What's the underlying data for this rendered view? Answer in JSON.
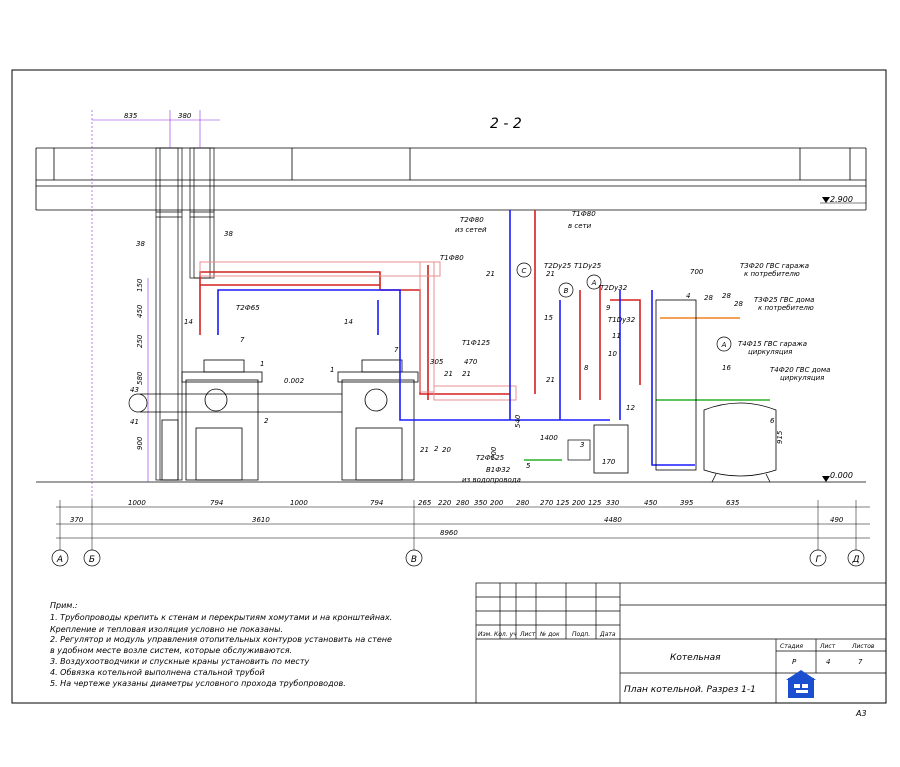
{
  "section_title": "2 - 2",
  "level_labels": {
    "top": "2.900",
    "floor": "0.000"
  },
  "top_dims": [
    "835",
    "380"
  ],
  "left_dims": [
    "150",
    "450",
    "250",
    "580",
    "900"
  ],
  "bottom_dims_row1": [
    "1000",
    "794",
    "1000",
    "794",
    "265",
    "220",
    "280",
    "350",
    "200",
    "280",
    "270",
    "125",
    "200",
    "125",
    "330",
    "450",
    "395",
    "635"
  ],
  "bottom_dims_row2": [
    "370",
    "3610",
    "4480",
    "490"
  ],
  "bottom_total": "8960",
  "inner_dims": [
    "305",
    "470",
    "1400",
    "700",
    "170",
    "915",
    "700",
    "540"
  ],
  "axes": [
    "А",
    "Б",
    "В",
    "Г",
    "Д"
  ],
  "pipe_labels": {
    "t2f80_net": "Т2Ф80",
    "t2f80_net_sub": "из сетей",
    "t1f80_net": "Т1Ф80",
    "t1f80_net_sub": "в сети",
    "t1f80": "Т1Ф80",
    "t2f65": "Т2Ф65",
    "t1f125": "Т1Ф125",
    "t2f125": "Т2Ф125",
    "b1f32": "В1Ф32",
    "b1f32_sub": "из водопровода",
    "t2dy25": "Т2Dу25",
    "t1dy25": "Т1Dу25",
    "t2dy32": "Т2Dу32",
    "t1dy32": "Т1Dу32",
    "t3f20_gar": "Т3Ф20 ГВС гаража",
    "t3f20_gar_sub": "к потребителю",
    "t3f25_home": "Т3Ф25 ГВС дома",
    "t3f25_home_sub": "к потребителю",
    "t4f15_gar": "Т4Ф15 ГВС гаража",
    "t4f15_gar_sub": "циркуляция",
    "t4f20_home": "Т4Ф20 ГВС дома",
    "t4f20_home_sub": "циркуляция",
    "slope": "0.002"
  },
  "callouts": [
    "1",
    "1",
    "2",
    "2",
    "3",
    "4",
    "5",
    "6",
    "7",
    "7",
    "8",
    "9",
    "10",
    "11",
    "12",
    "14",
    "14",
    "15",
    "16",
    "20",
    "21",
    "21",
    "21",
    "21",
    "21",
    "21",
    "28",
    "28",
    "28",
    "38",
    "38",
    "41",
    "43"
  ],
  "circle_marks": [
    "С",
    "В",
    "А",
    "А"
  ],
  "notes_title": "Прим.:",
  "notes": [
    "1. Трубопроводы крепить к стенам и перекрытиям хомутами и на кронштейнах.",
    "Крепление и тепловая изоляция условно не показаны.",
    "2. Регулятор и модуль управления отопительных контуров установить на стене",
    "в удобном месте возле систем, которые обслуживаются.",
    "3. Воздухоотводчики и спускные краны установить по месту",
    "4. Обвязка котельной выполнена стальной трубой",
    "5. На чертеже указаны диаметры условного прохода трубопроводов."
  ],
  "title_block": {
    "headers": [
      "Изм.",
      "Кол. уч",
      "Лист",
      "№ док",
      "Подп.",
      "Дата"
    ],
    "project": "Котельная",
    "sheet_title": "План котельной. Разрез 1-1",
    "stage_label": "Стадия",
    "sheet_label": "Лист",
    "sheets_label": "Листов",
    "stage": "Р",
    "sheet": "4",
    "sheets": "7"
  },
  "format": "А3",
  "colors": {
    "supply": "#d42020",
    "return": "#1a1aff",
    "cold": "#2ab02a",
    "hot_water": "#f08020",
    "line": "#000000"
  }
}
